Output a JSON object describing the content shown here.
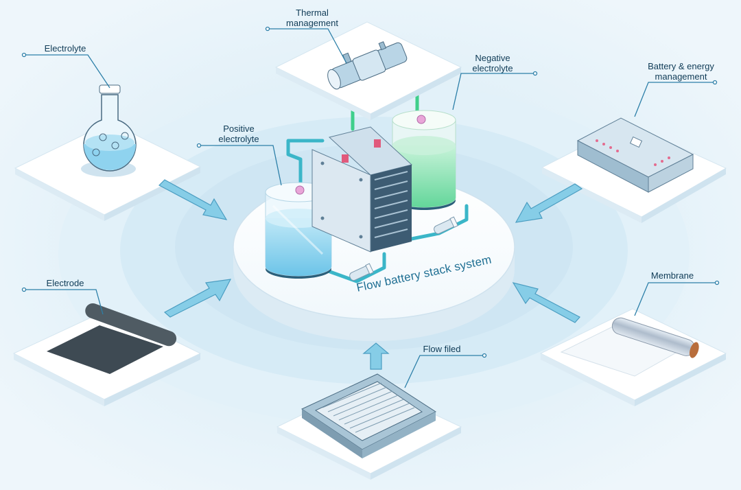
{
  "center_label": "Flow battery stack system",
  "components": {
    "thermal": {
      "line1": "Thermal",
      "line2": "management"
    },
    "electrolyte": {
      "label": "Electrolyte"
    },
    "negative": {
      "line1": "Negative",
      "line2": "electrolyte"
    },
    "battery_mgmt": {
      "line1": "Battery & energy",
      "line2": "management"
    },
    "positive": {
      "line1": "Positive",
      "line2": "electrolyte"
    },
    "electrode": {
      "label": "Electrode"
    },
    "membrane": {
      "label": "Membrane"
    },
    "flow_field": {
      "label": "Flow filed"
    }
  },
  "colors": {
    "background": "#eef6fb",
    "label_text": "#0f3b56",
    "leader_line": "#2c7fa8",
    "arrow": "#7fc9e4",
    "positive_liquid": "#8fd3ef",
    "negative_liquid": "#8fe6b8",
    "center_text": "#1f6f93"
  }
}
